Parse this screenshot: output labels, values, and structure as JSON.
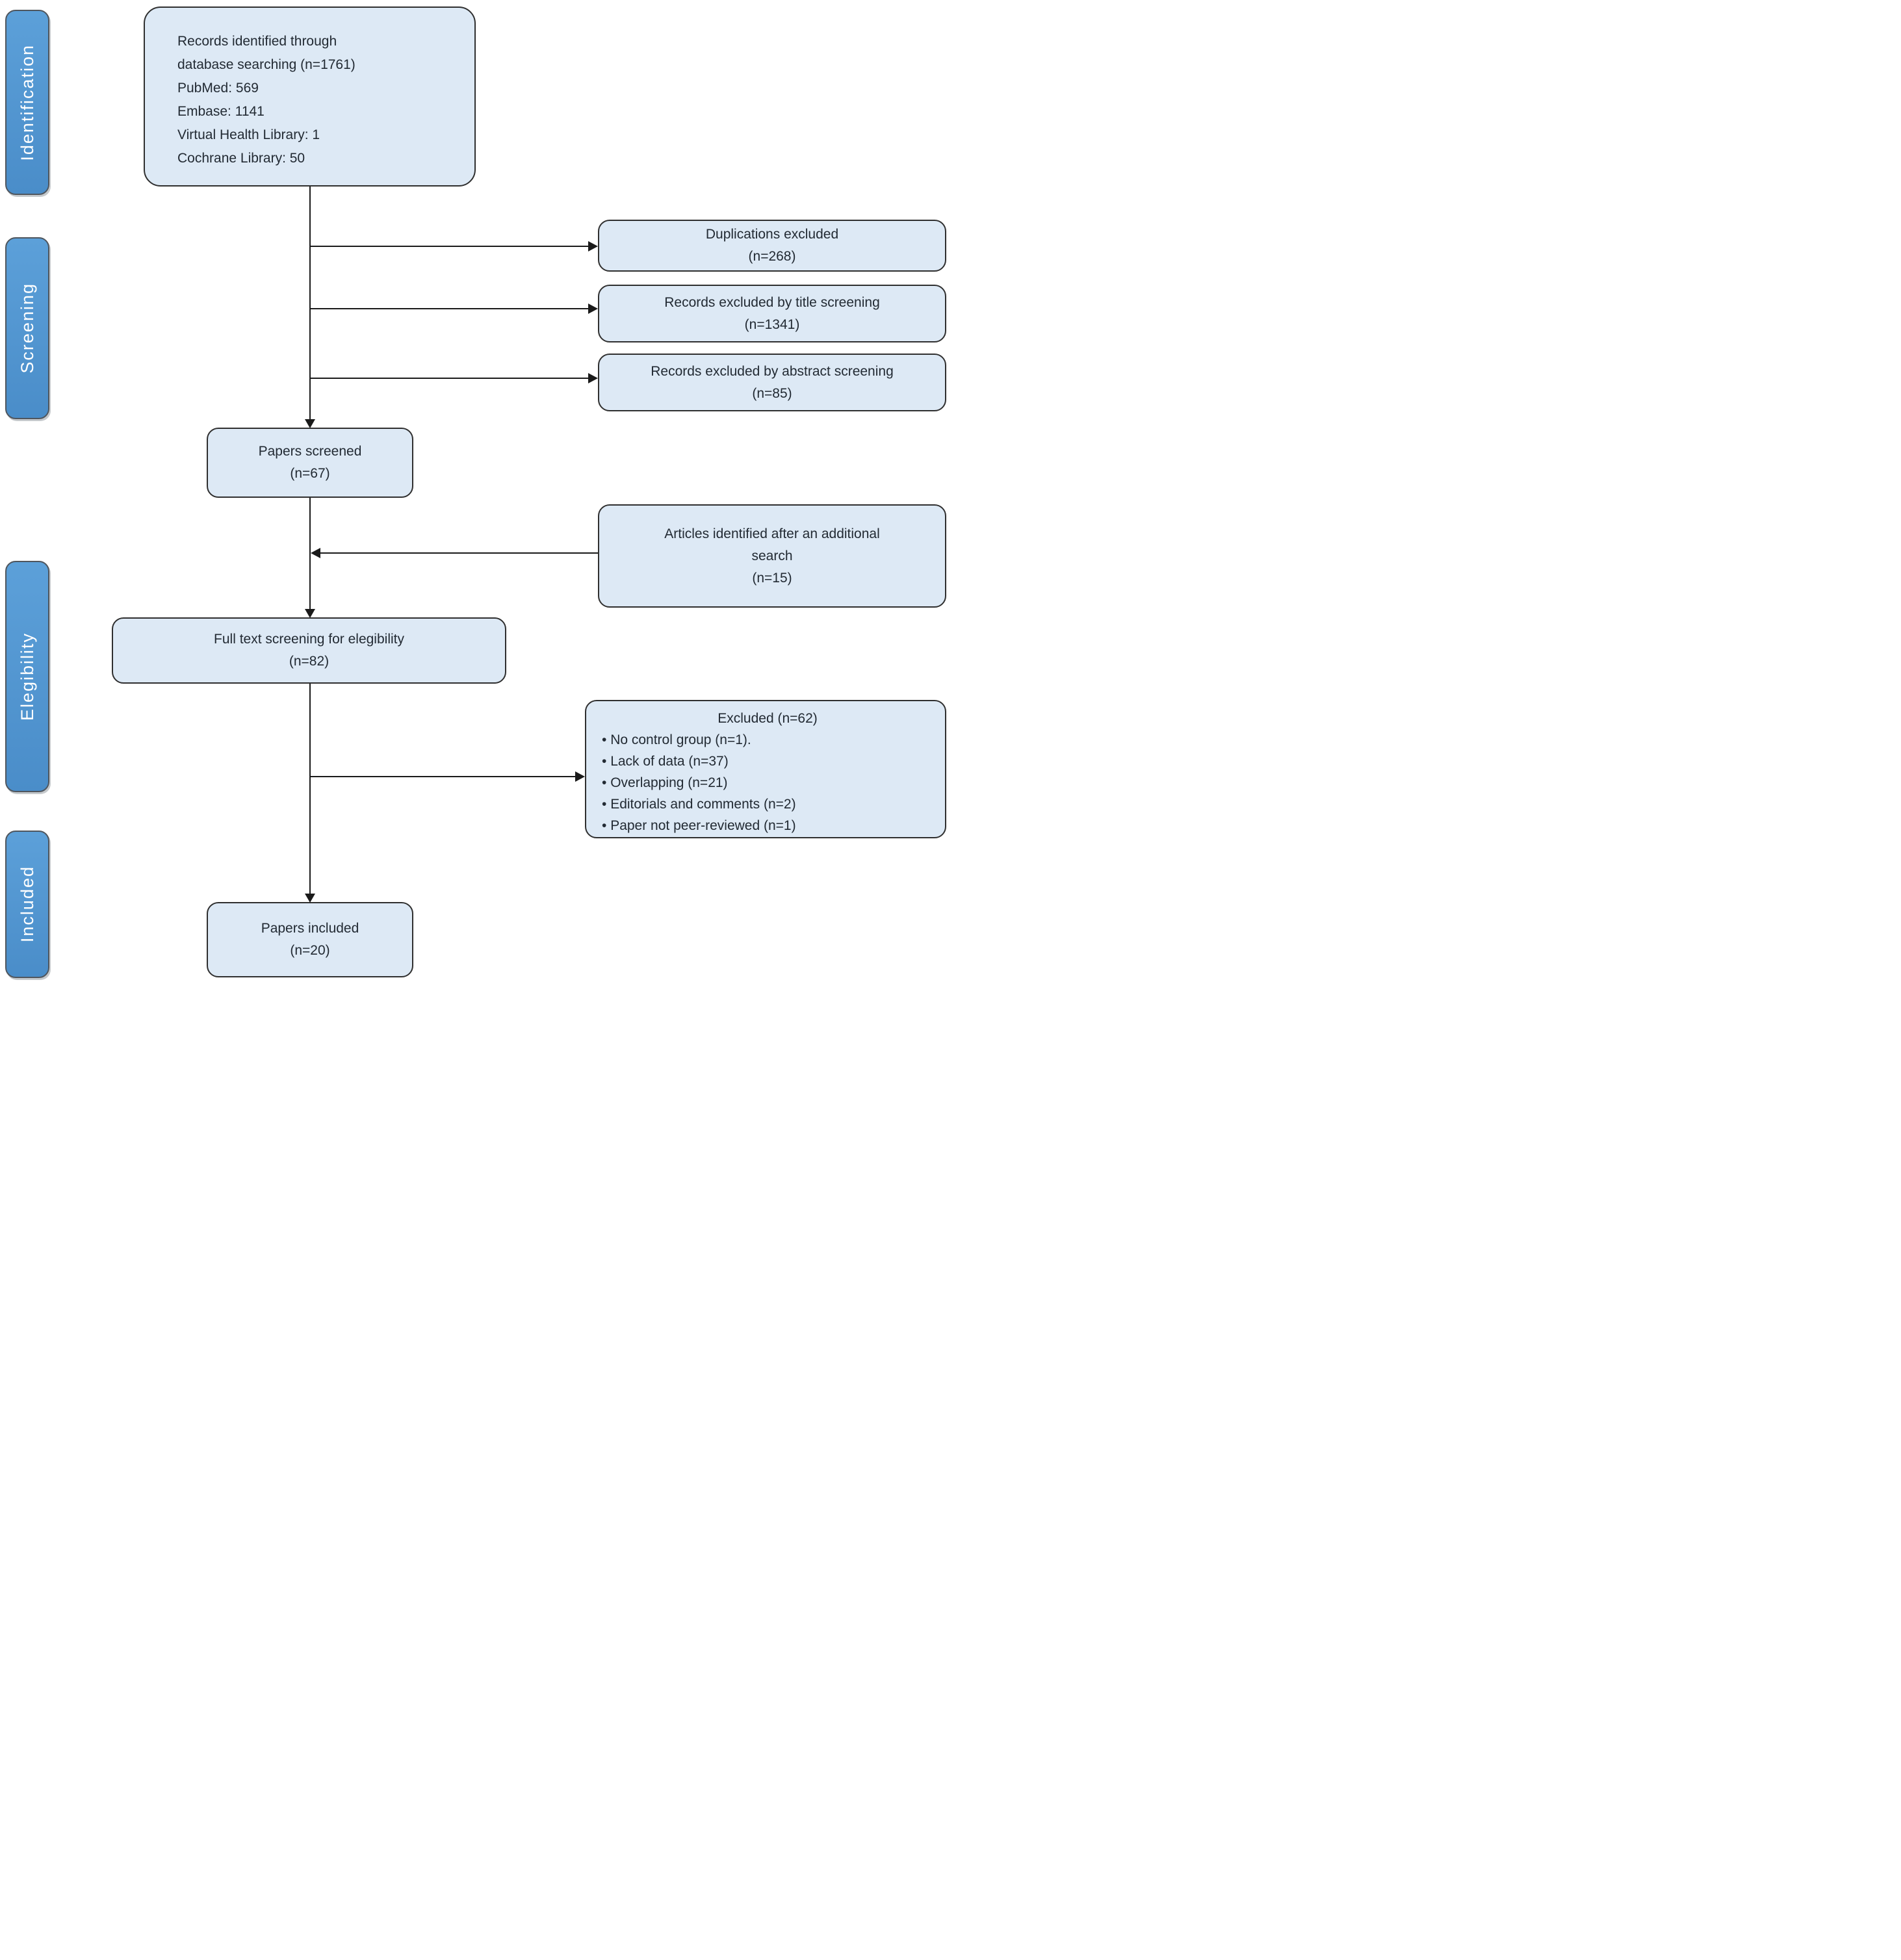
{
  "palette": {
    "stage_fill": "#4f93cf",
    "stage_border": "#4f565e",
    "stage_text": "#ffffff",
    "box_fill": "#dde9f5",
    "box_border": "#2f2f2f",
    "box_text": "#222a33",
    "arrow_color": "#1a1a1a",
    "background": "#ffffff"
  },
  "stages": [
    {
      "label": "Identification"
    },
    {
      "label": "Screening"
    },
    {
      "label": "Elegibility"
    },
    {
      "label": "Included"
    }
  ],
  "boxes": {
    "records_identified": {
      "lines": [
        "Records identified through",
        "database searching (n=1761)",
        "PubMed: 569",
        "Embase: 1141",
        "Virtual Health Library: 1",
        "Cochrane Library: 50"
      ]
    },
    "duplications_excluded": {
      "lines": [
        "Duplications excluded",
        "(n=268)"
      ]
    },
    "title_screening_excluded": {
      "lines": [
        "Records excluded by title screening",
        "(n=1341)"
      ]
    },
    "abstract_screening_excluded": {
      "lines": [
        "Records excluded by abstract screening",
        "(n=85)"
      ]
    },
    "papers_screened": {
      "lines": [
        "Papers screened",
        "(n=67)"
      ]
    },
    "additional_search": {
      "lines": [
        "Articles identified after an additional",
        "search",
        "(n=15)"
      ]
    },
    "full_text_screening": {
      "lines": [
        "Full text screening for elegibility",
        "(n=82)"
      ]
    },
    "excluded": {
      "title": "Excluded (n=62)",
      "bullets": [
        "No control group (n=1).",
        "Lack of data (n=37)",
        "Overlapping (n=21)",
        "Editorials and comments (n=2)",
        "Paper not peer-reviewed (n=1)"
      ]
    },
    "papers_included": {
      "lines": [
        "Papers included",
        "(n=20)"
      ]
    }
  }
}
